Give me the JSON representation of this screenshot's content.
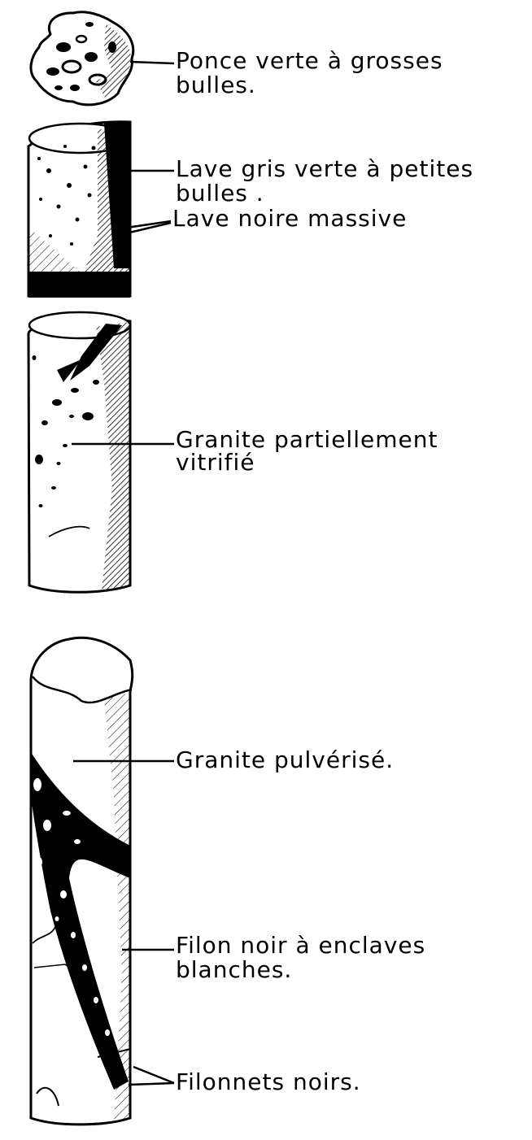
{
  "labels": {
    "ponce_line1": "Ponce  verte à grosses",
    "ponce_line2": "bulles.",
    "lave_grise_line1": "Lave gris verte à petites",
    "lave_grise_line2": "bulles .",
    "lave_noire": "Lave noire   massive",
    "granite_vitrifie_line1": "Granite   partiellement",
    "granite_vitrifie_line2": "vitrifié",
    "granite_pulverise": "Granite pulvérisé.",
    "filon_line1": "Filon noir à enclaves",
    "filon_line2": "blanches.",
    "filonnets": "Filonnets  noirs."
  },
  "colors": {
    "ink": "#000000",
    "paper": "#ffffff"
  }
}
